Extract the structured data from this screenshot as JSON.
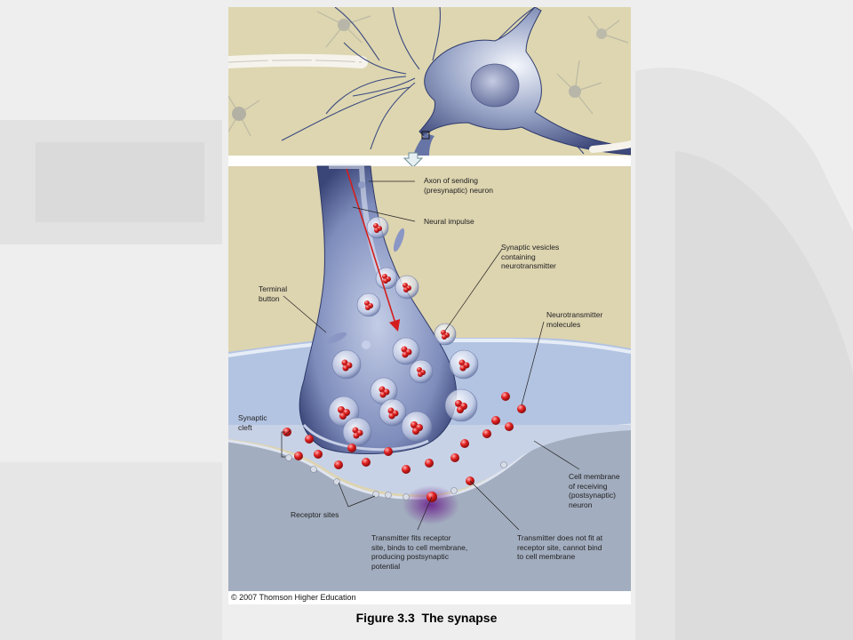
{
  "figure": {
    "labels": {
      "axon": "Axon of sending\n(presynaptic) neuron",
      "impulse": "Neural impulse",
      "vesicles": "Synaptic vesicles\ncontaining\nneurotransmitter",
      "terminal": "Terminal\nbutton",
      "nt_molecules": "Neurotransmitter\nmolecules",
      "cleft": "Synaptic\ncleft",
      "membrane": "Cell membrane\nof receiving\n(postsynaptic)\nneuron",
      "receptors": "Receptor sites",
      "fits": "Transmitter fits receptor\nsite, binds to cell membrane,\nproducing postsynaptic\npotential",
      "not_fit": "Transmitter does not fit at\nreceptor site, cannot bind\nto cell membrane"
    },
    "copyright": "© 2007 Thomson Higher Education"
  },
  "caption": {
    "number": "Figure 3.3",
    "title": "The synapse"
  }
}
